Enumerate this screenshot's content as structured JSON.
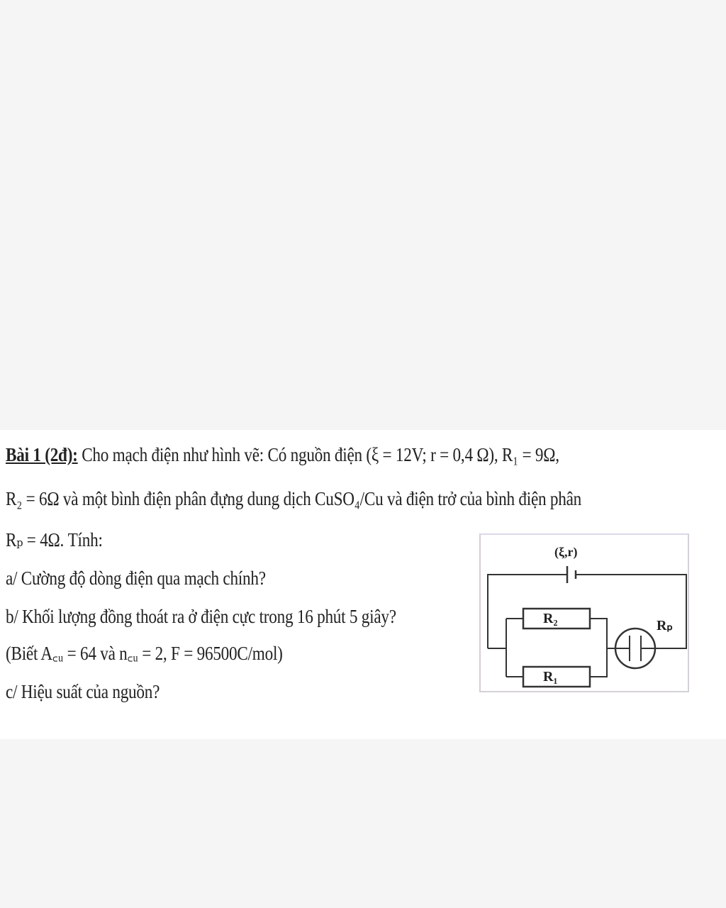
{
  "problem": {
    "heading": "Bài 1 (2đ):",
    "line1": "Cho mạch điện như hình vẽ: Có nguồn điện (ξ = 12V; r = 0,4 Ω), R₁ = 9Ω,",
    "line2": "R₂ = 6Ω và một bình điện phân đựng dung dịch CuSO₄/Cu và điện trở của bình điện phân",
    "line3": "Rₚ = 4Ω. Tính:",
    "q_a": "a/ Cường độ dòng điện qua mạch chính?",
    "q_b": "b/ Khối lượng đồng thoát ra ở điện cực trong 16 phút 5 giây?",
    "q_b_note": "(Biết A꜀ᵤ = 64 và n꜀ᵤ = 2, F = 96500C/mol)",
    "q_c": "c/ Hiệu suất của nguồn?"
  },
  "diagram": {
    "source_label": "(ξ,r)",
    "r2_label": "R₂",
    "r1_label": "R₁",
    "rp_label": "Rₚ"
  }
}
